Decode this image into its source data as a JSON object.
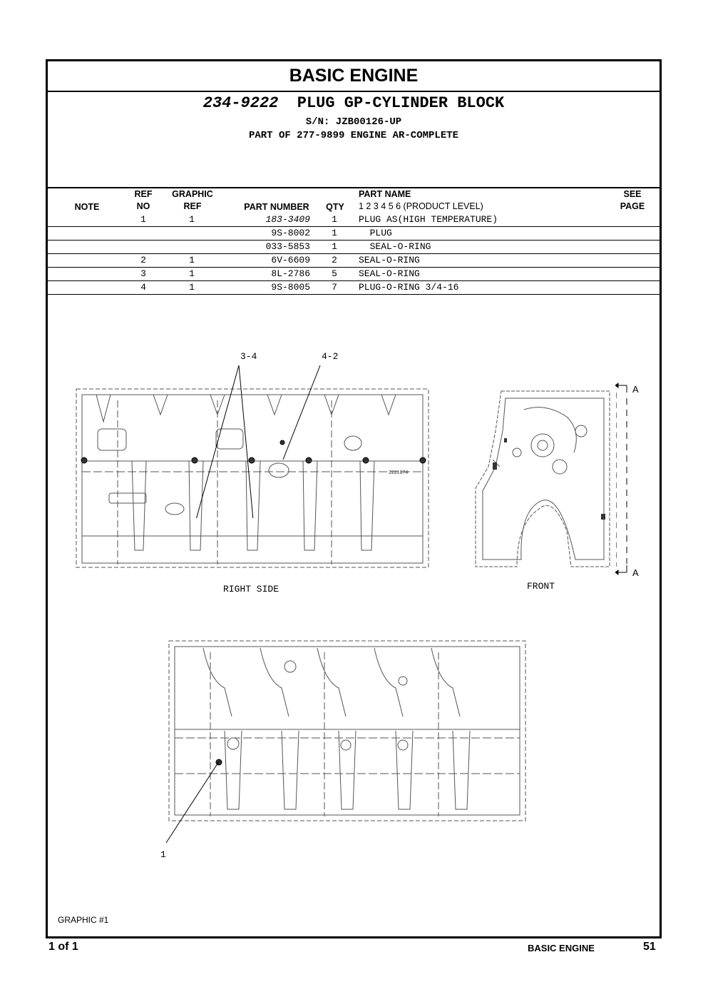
{
  "header": {
    "section_title": "BASIC ENGINE",
    "group_part_number": "234-9222",
    "group_name": "PLUG GP-CYLINDER BLOCK",
    "serial": "S/N: JZB00126-UP",
    "part_of": "PART OF 277-9899 ENGINE AR-COMPLETE"
  },
  "table": {
    "headers": {
      "note": "NOTE",
      "ref_top": "REF",
      "ref_bottom": "NO",
      "graphic_top": "GRAPHIC",
      "graphic_bottom": "REF",
      "part_number": "PART NUMBER",
      "qty": "QTY",
      "part_name": "PART NAME",
      "product_level": "1 2 3 4 5 6 (PRODUCT LEVEL)",
      "see_top": "SEE",
      "see_bottom": "PAGE"
    },
    "rows": [
      {
        "ref": "1",
        "graphic": "1",
        "part_number": "183-3409",
        "qty": "1",
        "name": "PLUG AS(HIGH TEMPERATURE)"
      },
      {
        "ref": "",
        "graphic": "",
        "part_number": "9S-8002",
        "qty": "1",
        "name": "  PLUG"
      },
      {
        "ref": "",
        "graphic": "",
        "part_number": "033-5853",
        "qty": "1",
        "name": "  SEAL-O-RING"
      },
      {
        "ref": "2",
        "graphic": "1",
        "part_number": "6V-6609",
        "qty": "2",
        "name": "SEAL-O-RING"
      },
      {
        "ref": "3",
        "graphic": "1",
        "part_number": "8L-2786",
        "qty": "5",
        "name": "SEAL-O-RING"
      },
      {
        "ref": "4",
        "graphic": "1",
        "part_number": "9S-8005",
        "qty": "7",
        "name": "PLUG-O-RING 3/4-16"
      }
    ]
  },
  "figure": {
    "callouts": {
      "c34": "3-4",
      "c42": "4-2",
      "c1": "1"
    },
    "view_right": "RIGHT SIDE",
    "view_front": "FRONT",
    "section_a": "A",
    "stamp": "2221874",
    "graphic_note": "GRAPHIC #1"
  },
  "footer": {
    "page_of": "1 of 1",
    "section": "BASIC ENGINE",
    "page_number": "51"
  }
}
